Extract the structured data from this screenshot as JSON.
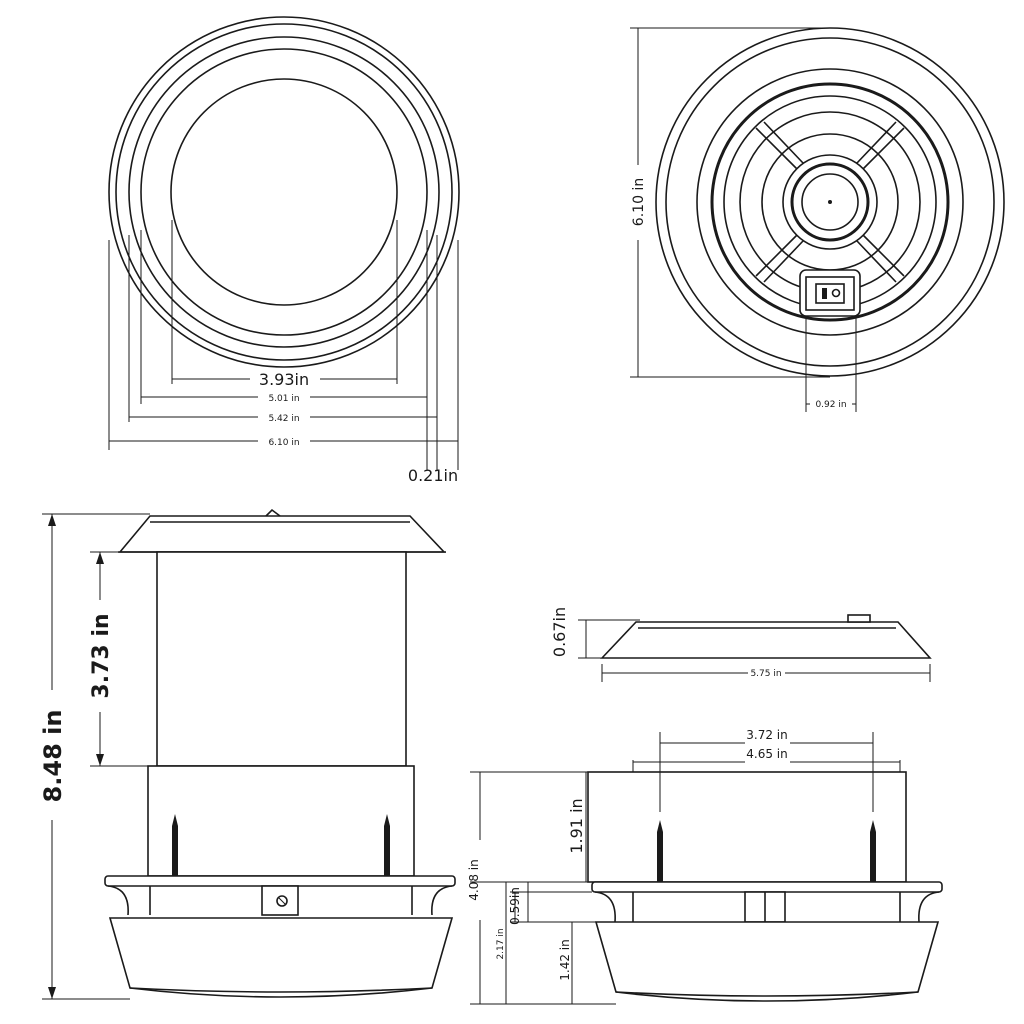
{
  "top_left_view": {
    "dims": {
      "d_393": "3.93in",
      "d_501": "5.01 in",
      "d_542": "5.42 in",
      "d_610": "6.10 in",
      "d_021": "0.21in"
    }
  },
  "top_right_view": {
    "dims": {
      "d_610_vertical": "6.10 in",
      "d_092": "0.92 in"
    }
  },
  "side_left_view": {
    "dims": {
      "d_848": "8.48 in",
      "d_373": "3.73 in"
    }
  },
  "lid_view": {
    "dims": {
      "d_067": "0.67in",
      "d_575": "5.75 in"
    }
  },
  "side_right_view": {
    "dims": {
      "d_372": "3.72 in",
      "d_465": "4.65 in",
      "d_191": "1.91 in",
      "d_408": "4.08 in",
      "d_059": "0.59in",
      "d_217": "2.17 in",
      "d_142": "1.42 in"
    }
  },
  "colors": {
    "line": "#1a1a1a",
    "background": "#ffffff"
  }
}
